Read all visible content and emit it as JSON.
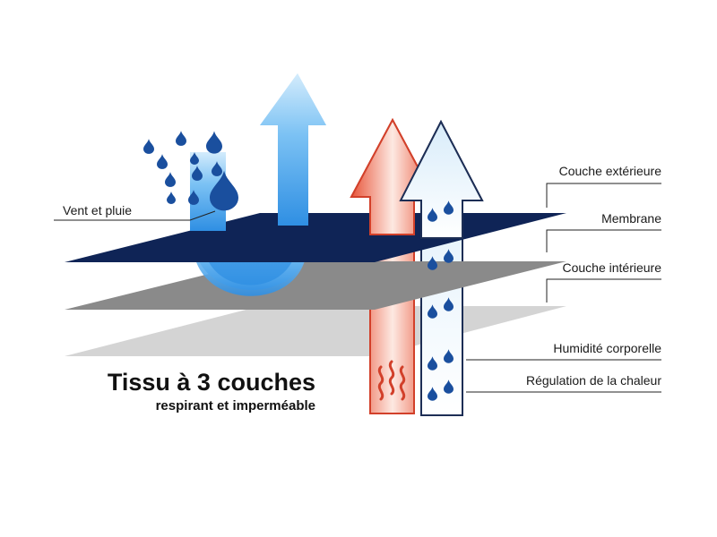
{
  "title": "Tissu à 3 couches",
  "subtitle": "respirant et imperméable",
  "labels": {
    "wind_rain": "Vent et pluie",
    "outer_layer": "Couche extérieure",
    "membrane": "Membrane",
    "inner_layer": "Couche intérieure",
    "body_moisture": "Humidité corporelle",
    "heat_regulation": "Régulation de la chaleur"
  },
  "colors": {
    "outer_layer": "#0f2456",
    "membrane": "#8a8a8a",
    "inner_layer": "#d4d4d4",
    "water_drop": "#1a4f9e",
    "rain_arrow": "#3a9be8",
    "heat_arrow": "#e8553a"
  },
  "icons": [
    "rain-drop-icon",
    "up-arrow-icon",
    "heat-wave-icon"
  ]
}
